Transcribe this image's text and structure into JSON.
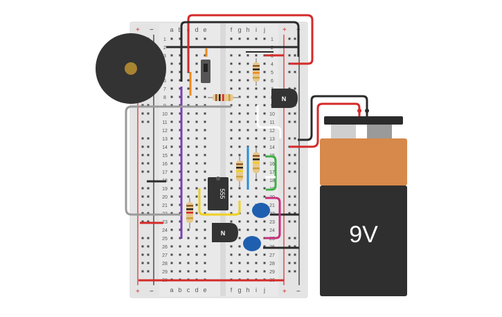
{
  "breadboard": {
    "rail_plus": "+",
    "rail_minus": "−",
    "cols_left": [
      "a",
      "b",
      "c",
      "d",
      "e"
    ],
    "cols_right": [
      "f",
      "g",
      "h",
      "i",
      "j"
    ],
    "rows": [
      "1",
      "2",
      "3",
      "4",
      "5",
      "6",
      "7",
      "8",
      "9",
      "10",
      "11",
      "12",
      "13",
      "14",
      "15",
      "16",
      "17",
      "18",
      "19",
      "20",
      "21",
      "22",
      "23",
      "24",
      "25",
      "26",
      "27",
      "28",
      "29",
      "30"
    ]
  },
  "components": {
    "ic_label": "555",
    "transistor_label": "N",
    "battery_label": "9V"
  },
  "colors": {
    "board": "#e8e8e8",
    "wire_red": "#d42a2a",
    "wire_black": "#2b2b2b",
    "wire_purple": "#7a3fb8",
    "wire_orange": "#f08a1c",
    "wire_yellow": "#f0d020",
    "wire_green": "#3cb043",
    "wire_blue": "#2a8fd6",
    "wire_magenta": "#c8307a",
    "wire_gray": "#9a9a9a",
    "battery_top": "#d6894a",
    "battery_bottom": "#2f2f2f",
    "capacitor": "#1f5fb0"
  }
}
